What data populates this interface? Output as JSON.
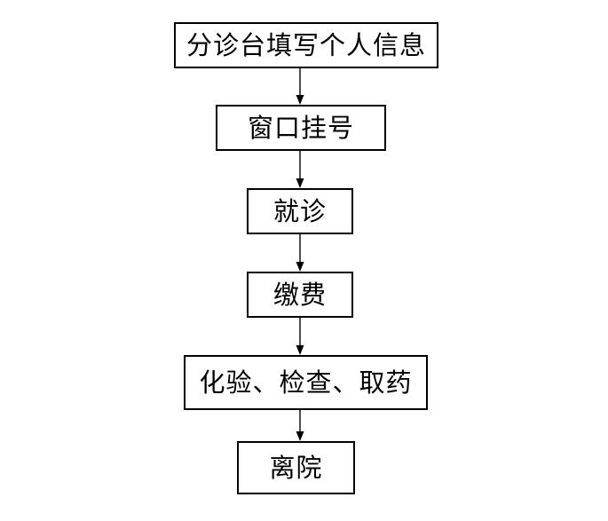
{
  "flowchart": {
    "description": "Hospital outpatient visit process flowchart",
    "background_color": "#ffffff",
    "line_color": "#000000",
    "box_fill_color": "#ffffff",
    "steps": [
      {
        "id": "triage-info",
        "label": "分诊台填写个人信息"
      },
      {
        "id": "registration",
        "label": "窗口挂号"
      },
      {
        "id": "consultation",
        "label": "就诊"
      },
      {
        "id": "payment",
        "label": "缴费"
      },
      {
        "id": "tests-meds",
        "label": "化验、检查、取药"
      },
      {
        "id": "discharge",
        "label": "离院"
      }
    ],
    "edges": [
      {
        "from": "triage-info",
        "to": "registration"
      },
      {
        "from": "registration",
        "to": "consultation"
      },
      {
        "from": "consultation",
        "to": "payment"
      },
      {
        "from": "payment",
        "to": "tests-meds"
      },
      {
        "from": "tests-meds",
        "to": "discharge"
      }
    ]
  }
}
